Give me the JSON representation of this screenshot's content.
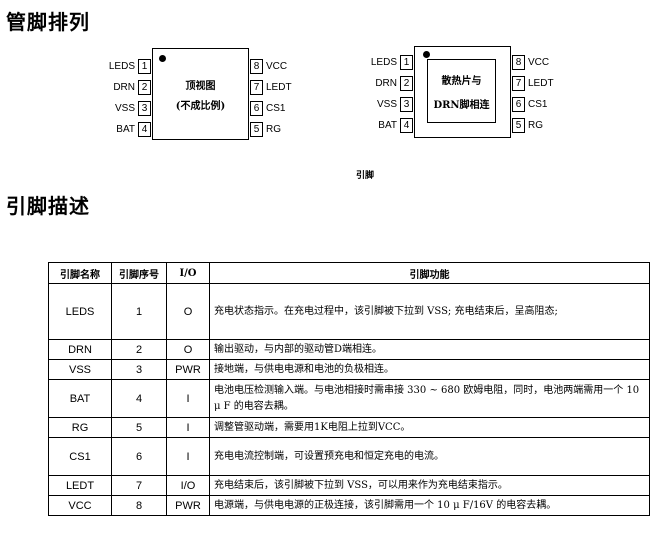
{
  "heading_pinout": "管脚排列",
  "heading_desc": "引脚描述",
  "chip1": {
    "label_line1": "顶视图",
    "label_line2": "(不成比例)",
    "left_pins": [
      {
        "name": "LEDS",
        "num": "1"
      },
      {
        "name": "DRN",
        "num": "2"
      },
      {
        "name": "VSS",
        "num": "3"
      },
      {
        "name": "BAT",
        "num": "4"
      }
    ],
    "right_pins": [
      {
        "name": "VCC",
        "num": "8"
      },
      {
        "name": "LEDT",
        "num": "7"
      },
      {
        "name": "CS1",
        "num": "6"
      },
      {
        "name": "RG",
        "num": "5"
      }
    ]
  },
  "chip2": {
    "label_line1": "散热片与",
    "label_line2": "DRN脚相连",
    "left_pins": [
      {
        "name": "LEDS",
        "num": "1"
      },
      {
        "name": "DRN",
        "num": "2"
      },
      {
        "name": "VSS",
        "num": "3"
      },
      {
        "name": "BAT",
        "num": "4"
      }
    ],
    "right_pins": [
      {
        "name": "VCC",
        "num": "8"
      },
      {
        "name": "LEDT",
        "num": "7"
      },
      {
        "name": "CS1",
        "num": "6"
      },
      {
        "name": "RG",
        "num": "5"
      }
    ]
  },
  "figure_caption": "引脚",
  "table": {
    "headers": [
      "引脚名称",
      "引脚序号",
      "I/O",
      "引脚功能"
    ],
    "rows": [
      [
        "LEDS",
        "1",
        "O",
        "充电状态指示。在充电过程中，该引脚被下拉到 VSS; 充电结束后，呈高阻态;"
      ],
      [
        "DRN",
        "2",
        "O",
        "输出驱动，与内部的驱动管D端相连。"
      ],
      [
        "VSS",
        "3",
        "PWR",
        "接地端，与供电电源和电池的负极相连。"
      ],
      [
        "BAT",
        "4",
        "I",
        "电池电压检测输入端。与电池相接时需串接 330 ~ 680 欧姆电阻，同时，电池两端需用一个 10 μ F 的电容去耦。"
      ],
      [
        "RG",
        "5",
        "I",
        "调整管驱动端，需要用1K电阻上拉到VCC。"
      ],
      [
        "CS1",
        "6",
        "I",
        "充电电流控制端，可设置预充电和恒定充电的电流。"
      ],
      [
        "LEDT",
        "7",
        "I/O",
        "充电结束后，该引脚被下拉到 VSS，可以用来作为充电结束指示。"
      ],
      [
        "VCC",
        "8",
        "PWR",
        "电源端，与供电电源的正极连接，该引脚需用一个 10 μ F/16V 的电容去耦。"
      ]
    ]
  }
}
